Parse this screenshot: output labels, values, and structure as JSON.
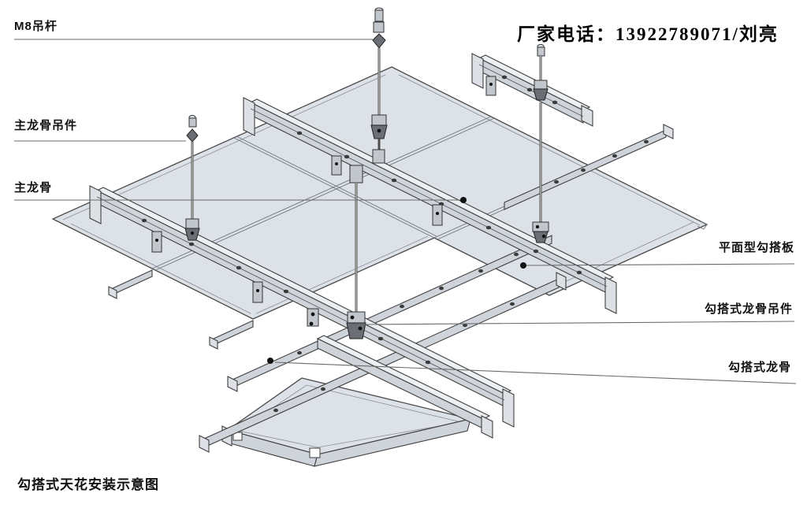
{
  "header": {
    "phone_notice": "厂家电话：13922789071/刘亮"
  },
  "footer": {
    "title": "勾搭式天花安装示意图"
  },
  "callouts": {
    "m8_rod": {
      "label": "M8吊杆"
    },
    "main_keel_hanger": {
      "label": "主龙骨吊件"
    },
    "main_keel": {
      "label": "主龙骨"
    },
    "flat_hook_panel": {
      "label": "平面型勾搭板"
    },
    "hook_keel_hanger": {
      "label": "勾搭式龙骨吊件"
    },
    "hook_keel": {
      "label": "勾搭式龙骨"
    }
  },
  "colors": {
    "background": "#ffffff",
    "panel_fill": "#dde1e8",
    "metal_light": "#edf0f3",
    "metal_mid": "#cfd4db",
    "outline": "#3f3f3f",
    "leader_line": "#6a6a6a",
    "text": "#111111"
  }
}
